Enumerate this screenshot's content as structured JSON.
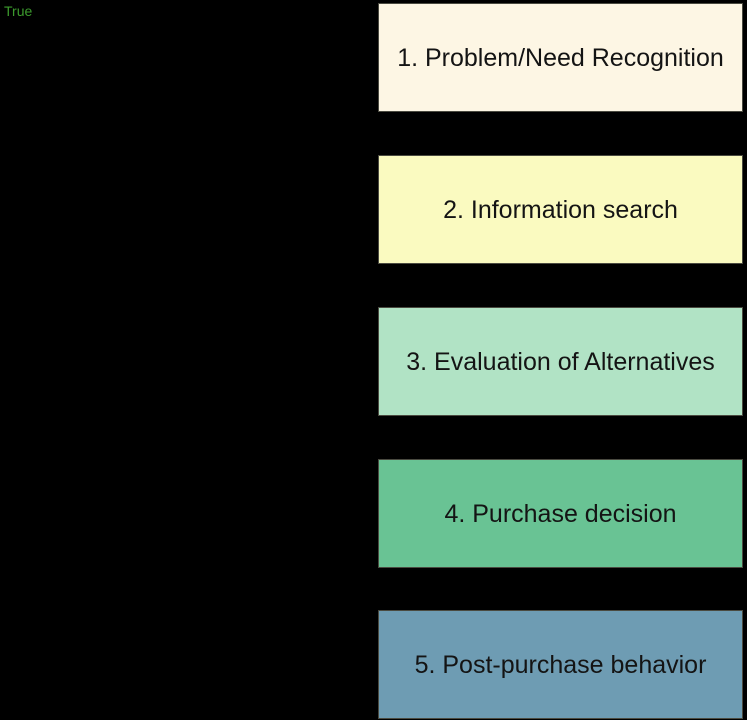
{
  "canvas": {
    "background": "#000000"
  },
  "status": {
    "label": "True",
    "color": "#3C9A2D"
  },
  "flowchart": {
    "border_color": "#4A4A40",
    "text_color": "#141414",
    "steps": [
      {
        "label": "1. Problem/Need Recognition",
        "color": "#FDF6E4"
      },
      {
        "label": "2. Information search",
        "color": "#FAFAC0"
      },
      {
        "label": "3. Evaluation of Alternatives",
        "color": "#B1E3C5"
      },
      {
        "label": "4. Purchase decision",
        "color": "#69C394"
      },
      {
        "label": "5. Post-purchase behavior",
        "color": "#6E9CB3"
      }
    ]
  }
}
